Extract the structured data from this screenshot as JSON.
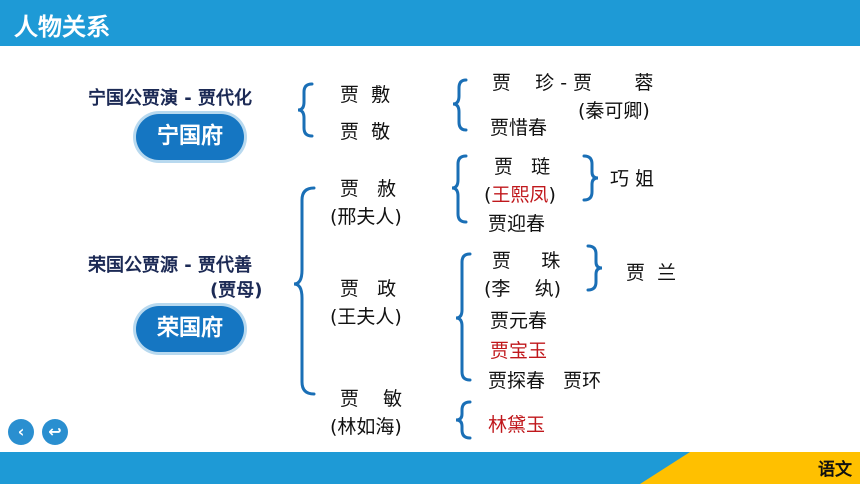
{
  "header": {
    "title": "人物关系"
  },
  "footer": {
    "subject": "语文",
    "accent_color": "#ffc000"
  },
  "nav": {
    "back_icon": "chevron-left-icon",
    "return_icon": "return-icon"
  },
  "colors": {
    "header_blue": "#1e9ad6",
    "badge_blue": "#1576c2",
    "bracket_blue": "#1a6fb6",
    "highlight_red": "#c0181c"
  },
  "ningguo": {
    "title": "宁国公贾演 - 贾代化",
    "badge": "宁国府",
    "children": [
      {
        "name": "贾  敷"
      },
      {
        "name": "贾  敬"
      }
    ],
    "grandchildren": {
      "line1": "贾    珍 - 贾       蓉",
      "spouse": "(秦可卿)",
      "line2": "贾惜春"
    }
  },
  "rongguo": {
    "title": "荣国公贾源 - 贾代善",
    "subtitle": "(贾母)",
    "badge": "荣国府",
    "she": {
      "name": "贾   赦",
      "spouse": "(邢夫人)",
      "child1": "贾   琏",
      "child1_spouse": "王熙凤",
      "child2": "贾迎春",
      "grandchild": "巧 姐"
    },
    "zheng": {
      "name": "贾   政",
      "spouse": "(王夫人)",
      "child1": "贾     珠",
      "child1_spouse": "(李    纨)",
      "child2": "贾元春",
      "child3": "贾宝玉",
      "child4": "贾探春   贾环",
      "grandchild": "贾  兰"
    },
    "min": {
      "name": "贾    敏",
      "spouse": "(林如海)",
      "child": "林黛玉"
    }
  }
}
